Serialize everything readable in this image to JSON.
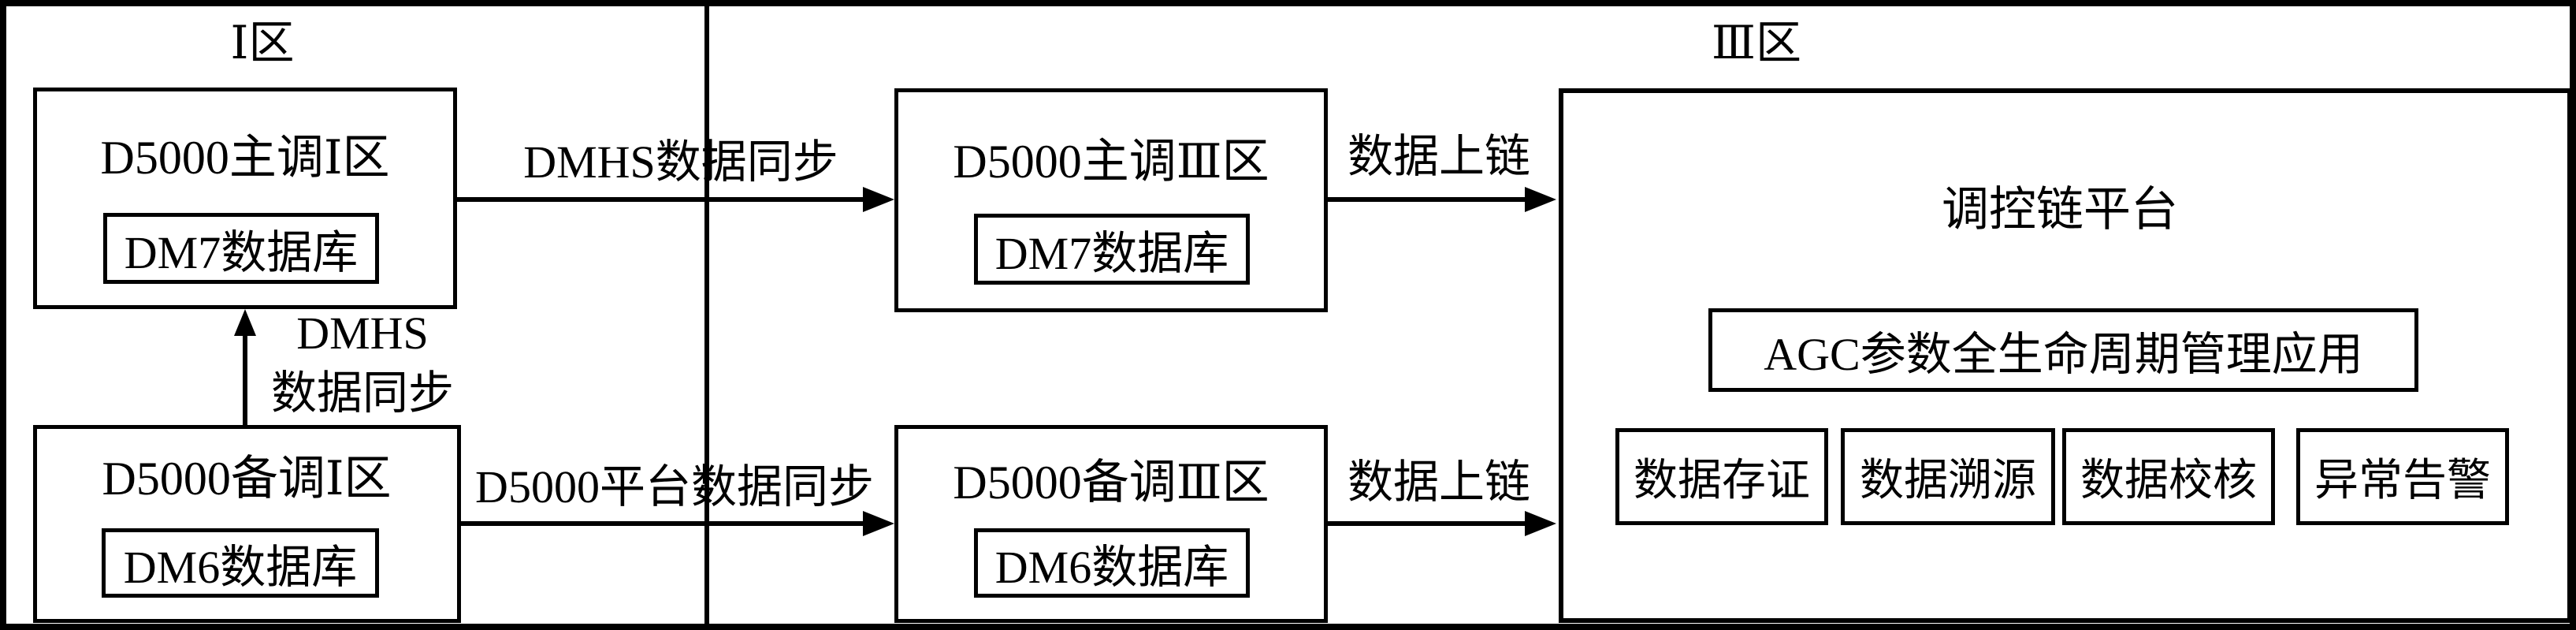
{
  "zones": {
    "zone1_label": "Ⅰ区",
    "zone3_label": "Ⅲ区"
  },
  "nodes": {
    "master1": {
      "title": "D5000主调Ⅰ区",
      "db": "DM7数据库"
    },
    "backup1": {
      "title": "D5000备调Ⅰ区",
      "db": "DM6数据库"
    },
    "master3": {
      "title": "D5000主调Ⅲ区",
      "db": "DM7数据库"
    },
    "backup3": {
      "title": "D5000备调Ⅲ区",
      "db": "DM6数据库"
    },
    "platform": {
      "title": "调控链平台",
      "app": "AGC参数全生命周期管理应用",
      "modules": [
        "数据存证",
        "数据溯源",
        "数据校核",
        "异常告警"
      ]
    }
  },
  "edges": {
    "dmhs_sync_horizontal": "DMHS数据同步",
    "dmhs_sync_vertical_line1": "DMHS",
    "dmhs_sync_vertical_line2": "数据同步",
    "platform_sync": "D5000平台数据同步",
    "upchain_top": "数据上链",
    "upchain_bottom": "数据上链"
  },
  "colors": {
    "ink": "#000000",
    "paper": "#ffffff"
  }
}
